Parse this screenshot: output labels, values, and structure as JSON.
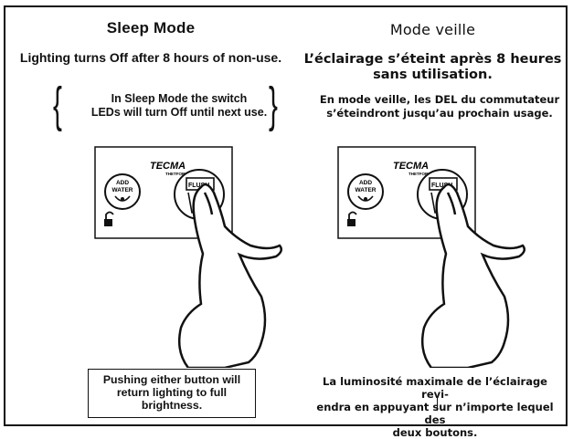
{
  "english": {
    "title": "Sleep Mode",
    "headline": "Lighting turns Off after 8 hours of non-use.",
    "note_line1": "In Sleep Mode the switch",
    "note_line2": "LEDs will turn Off until next use.",
    "caption": "Pushing either button will return lighting to full brightness."
  },
  "french": {
    "title": "Mode veille",
    "headline_line1": "L’éclairage s’éteint après 8 heures",
    "headline_line2": "sans utilisation.",
    "note_line1": "En mode veille, les DEL du commutateur",
    "note_line2": "s’éteindront jusqu’au prochain usage.",
    "caption_line1": "La luminosité maximale de l’éclairage revi-",
    "caption_line2": "endra en appuyant sur n’importe lequel des",
    "caption_line3": "deux boutons."
  },
  "panel": {
    "brand": "TECMA",
    "brand_sub": "THETFORD",
    "add_water_line1": "ADD",
    "add_water_line2": "WATER",
    "flush_label": "FLUSH"
  },
  "icons": [
    "lock-icon",
    "water-drop-icon",
    "pointing-hand-icon"
  ]
}
